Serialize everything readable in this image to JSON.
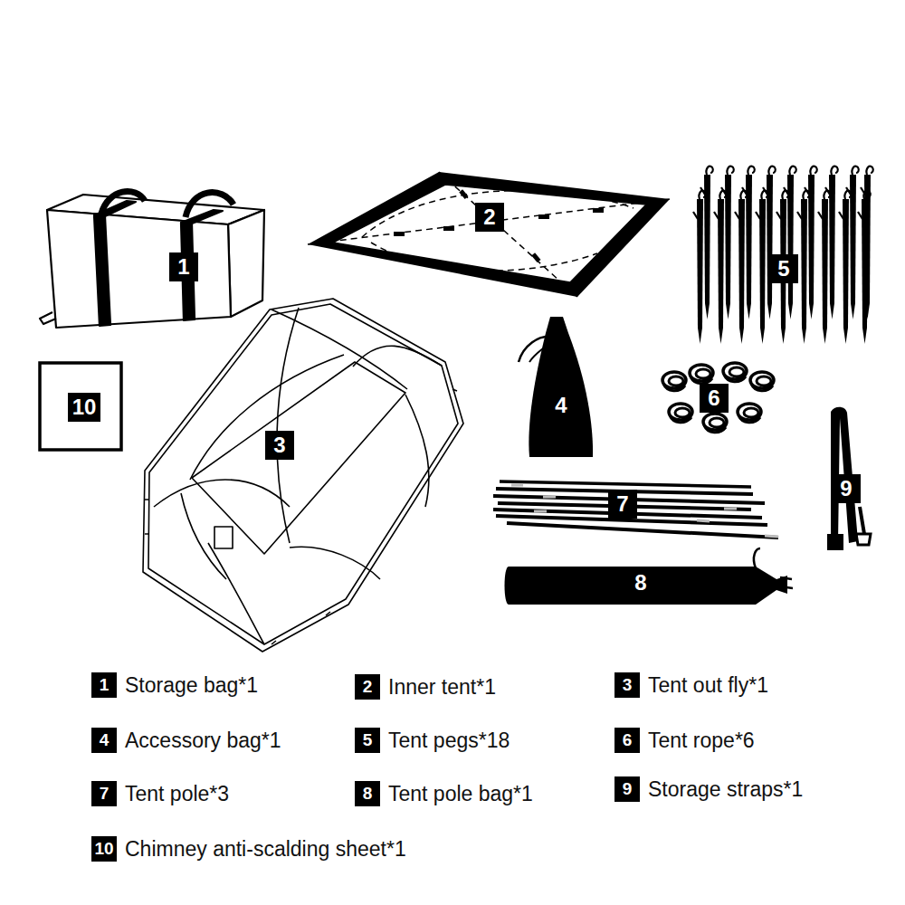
{
  "diagram": {
    "nodes": [
      {
        "text": [
          "1"
        ]
      },
      {
        "text": [
          "2"
        ]
      },
      {
        "text": [
          "3"
        ]
      },
      {
        "text": [
          "4"
        ]
      },
      {
        "text": [
          "5"
        ]
      },
      {
        "text": [
          "6"
        ]
      },
      {
        "text": [
          "7"
        ]
      },
      {
        "text": [
          "8"
        ]
      },
      {
        "text": [
          "9"
        ]
      },
      {
        "text": [
          "10"
        ]
      },
      {
        "text": [
          "1",
          "Storage bag*1"
        ]
      },
      {
        "text": [
          "2",
          "Inner tent*1"
        ]
      },
      {
        "text": [
          "3",
          "Tent out fly*1"
        ]
      },
      {
        "text": [
          "4",
          "Accessory bag*1"
        ]
      },
      {
        "text": [
          "5",
          "Tent pegs*18"
        ]
      },
      {
        "text": [
          "6",
          "Tent rope*6"
        ]
      },
      {
        "text": [
          "7",
          "Tent pole*3"
        ]
      },
      {
        "text": [
          "8",
          "Tent pole bag*1"
        ]
      },
      {
        "text": [
          "9",
          "Storage straps*1"
        ]
      },
      {
        "text": [
          "10",
          "Chimney anti-scalding sheet*1"
        ]
      }
    ]
  }
}
